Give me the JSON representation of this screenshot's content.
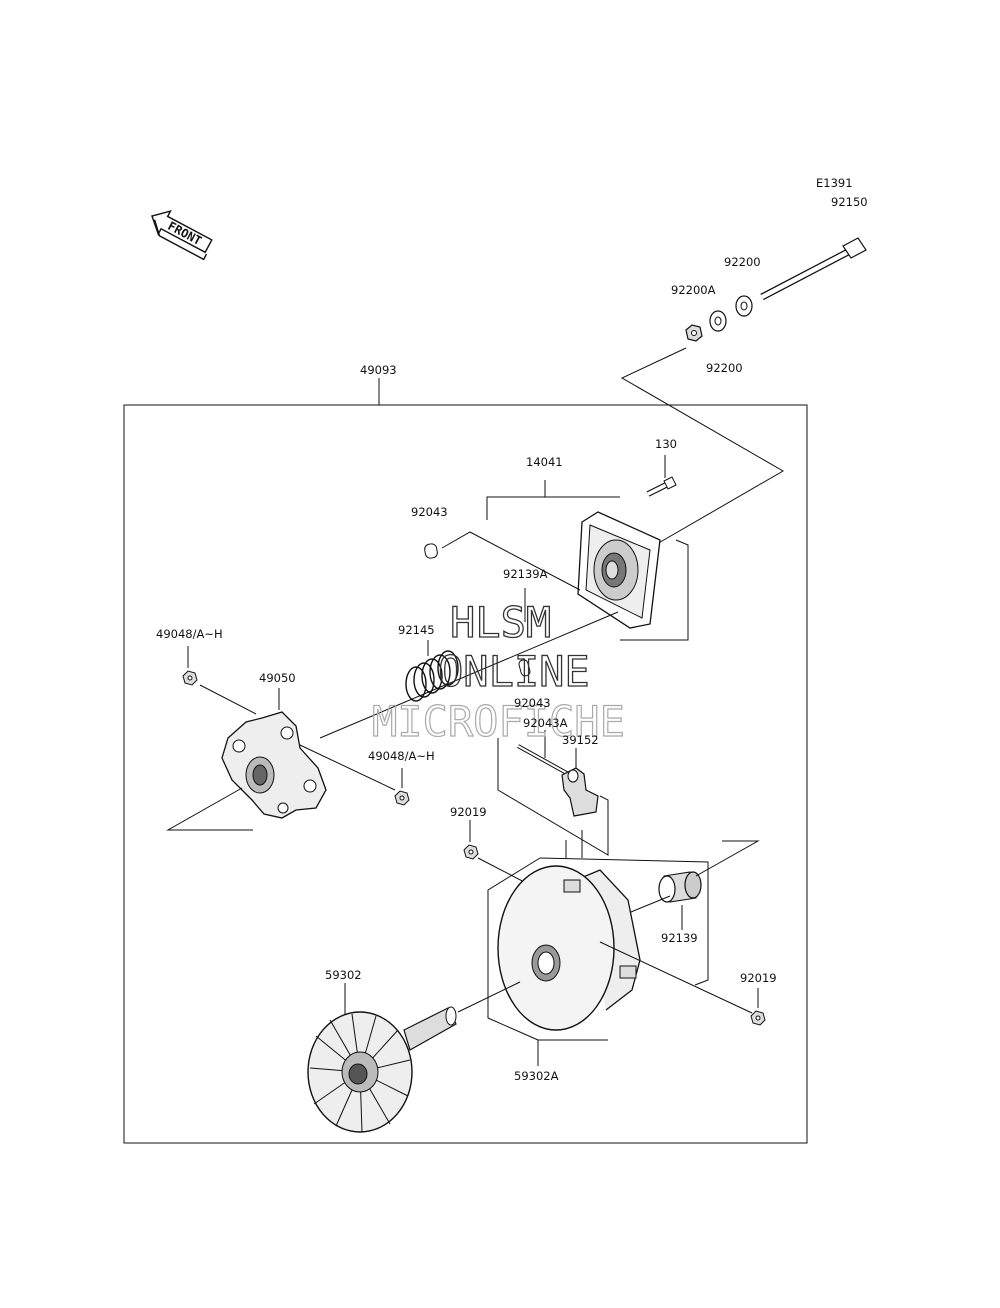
{
  "diagram": {
    "code": "E1391",
    "front_label": "FRONT",
    "watermark": {
      "line1": "HLSM",
      "line2": "ONLINE",
      "line3": "MICROFICHE"
    },
    "labels": {
      "p92150": "92150",
      "p92200_top": "92200",
      "p92200a": "92200A",
      "p92200_bottom": "92200",
      "p49093": "49093",
      "p130": "130",
      "p14041": "14041",
      "p92043_top": "92043",
      "p92139a": "92139A",
      "p92145": "92145",
      "p49048_left": "49048/A~H",
      "p49050": "49050",
      "p92043_mid": "92043",
      "p92043a": "92043A",
      "p39152": "39152",
      "p49048_right": "49048/A~H",
      "p92019_left": "92019",
      "p92139": "92139",
      "p92019_right": "92019",
      "p59302": "59302",
      "p59302a": "59302A"
    }
  }
}
